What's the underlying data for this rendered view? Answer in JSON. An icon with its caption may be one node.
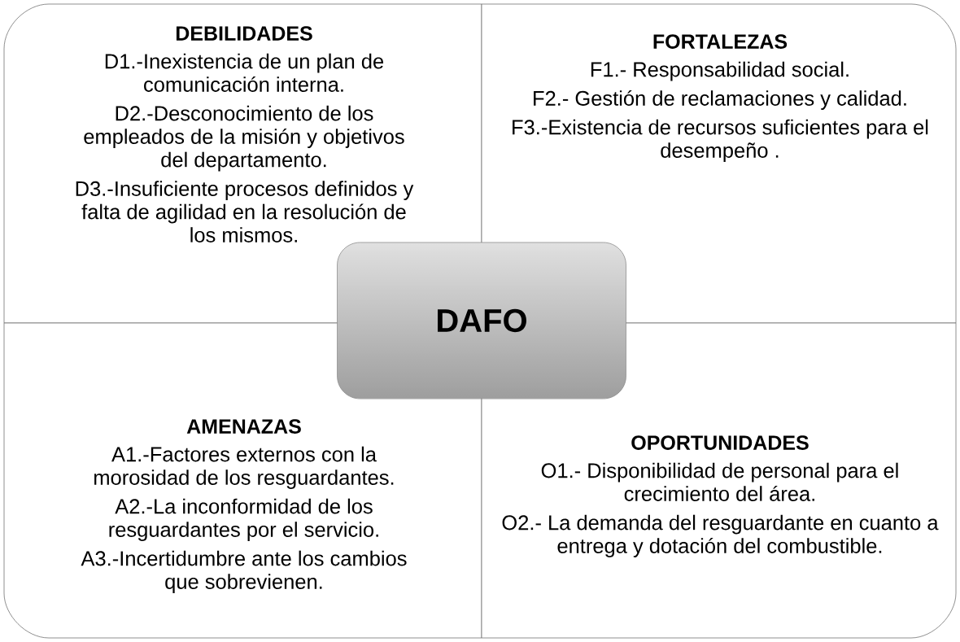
{
  "diagram": {
    "nodes": [
      {
        "text": [
          "DEBILIDADES",
          "D1.-Inexistencia de un plan de comunicación interna.",
          "D2.-Desconocimiento de los empleados de la misión y objetivos del departamento.",
          "D3.-Insuficiente procesos definidos y falta de agilidad en la resolución de los mismos."
        ]
      },
      {
        "text": [
          "FORTALEZAS",
          "F1.- Responsabilidad social.",
          "F2.- Gestión de reclamaciones y calidad.",
          "F3.-Existencia de recursos suficientes para el desempeño ."
        ]
      },
      {
        "text": [
          "DAFO"
        ]
      },
      {
        "text": [
          "AMENAZAS",
          "A1.-Factores externos con la morosidad de los resguardantes.",
          "A2.-La inconformidad de los resguardantes por el servicio.",
          "A3.-Incertidumbre ante los cambios que sobrevienen."
        ]
      },
      {
        "text": [
          "OPORTUNIDADES",
          "O1.- Disponibilidad de personal para el crecimiento del área.",
          "O2.- La demanda  del resguardante en cuanto a entrega y dotación del combustible."
        ]
      }
    ]
  }
}
